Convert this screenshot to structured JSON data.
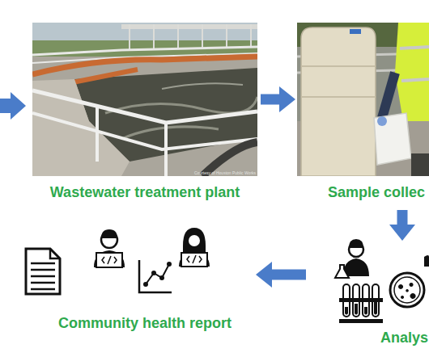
{
  "diagram": {
    "nodes": [
      {
        "text": [
          "Wastewater treatment plant"
        ]
      },
      {
        "text": [
          "Sample collec"
        ]
      },
      {
        "text": [
          "Analys"
        ]
      },
      {
        "text": [
          "Community health report"
        ]
      }
    ],
    "edges": [
      {
        "from": 0,
        "to": 1,
        "arrow": "to"
      },
      {
        "from": 1,
        "to": 2,
        "arrow": "to"
      },
      {
        "from": 2,
        "to": 3,
        "arrow": "to"
      }
    ],
    "labels": [
      "Courtesy of Houston Public Works"
    ]
  }
}
